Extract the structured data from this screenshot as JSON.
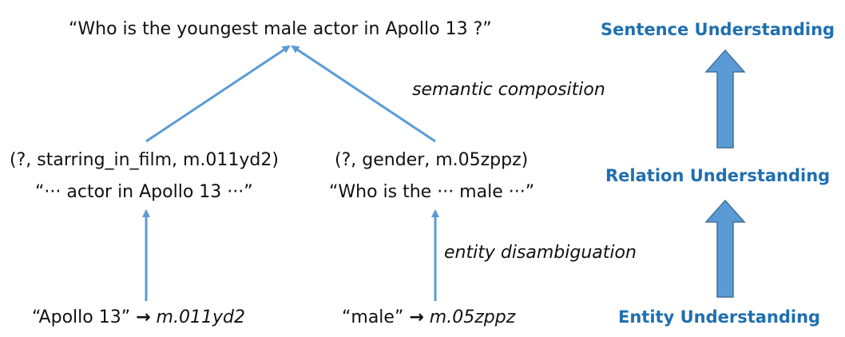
{
  "sentence": "“Who is the youngest male actor in Apollo 13 ?”",
  "composition_label": "semantic composition",
  "relations": [
    {
      "triple": "(?, starring_in_film, m.011yd2)",
      "phrase": "“··· actor in Apollo 13 ···”"
    },
    {
      "triple": "(?, gender, m.05zppz)",
      "phrase": "“Who is the ··· male ···”"
    }
  ],
  "disambiguation_label": "entity disambiguation",
  "entities": [
    {
      "mention": "“Apollo 13”",
      "arrow": "→",
      "entity_id": "m.011yd2"
    },
    {
      "mention": "“male”",
      "arrow": "→",
      "entity_id": "m.05zppz"
    }
  ],
  "levels": {
    "sentence": "Sentence Understanding",
    "relation": "Relation Understanding",
    "entity": "Entity Understanding"
  },
  "colors": {
    "connector": "#5b9bd5",
    "level_arrow_fill": "#5b9bd5",
    "level_arrow_stroke": "#41719c",
    "level_text": "#1f6fb0"
  }
}
